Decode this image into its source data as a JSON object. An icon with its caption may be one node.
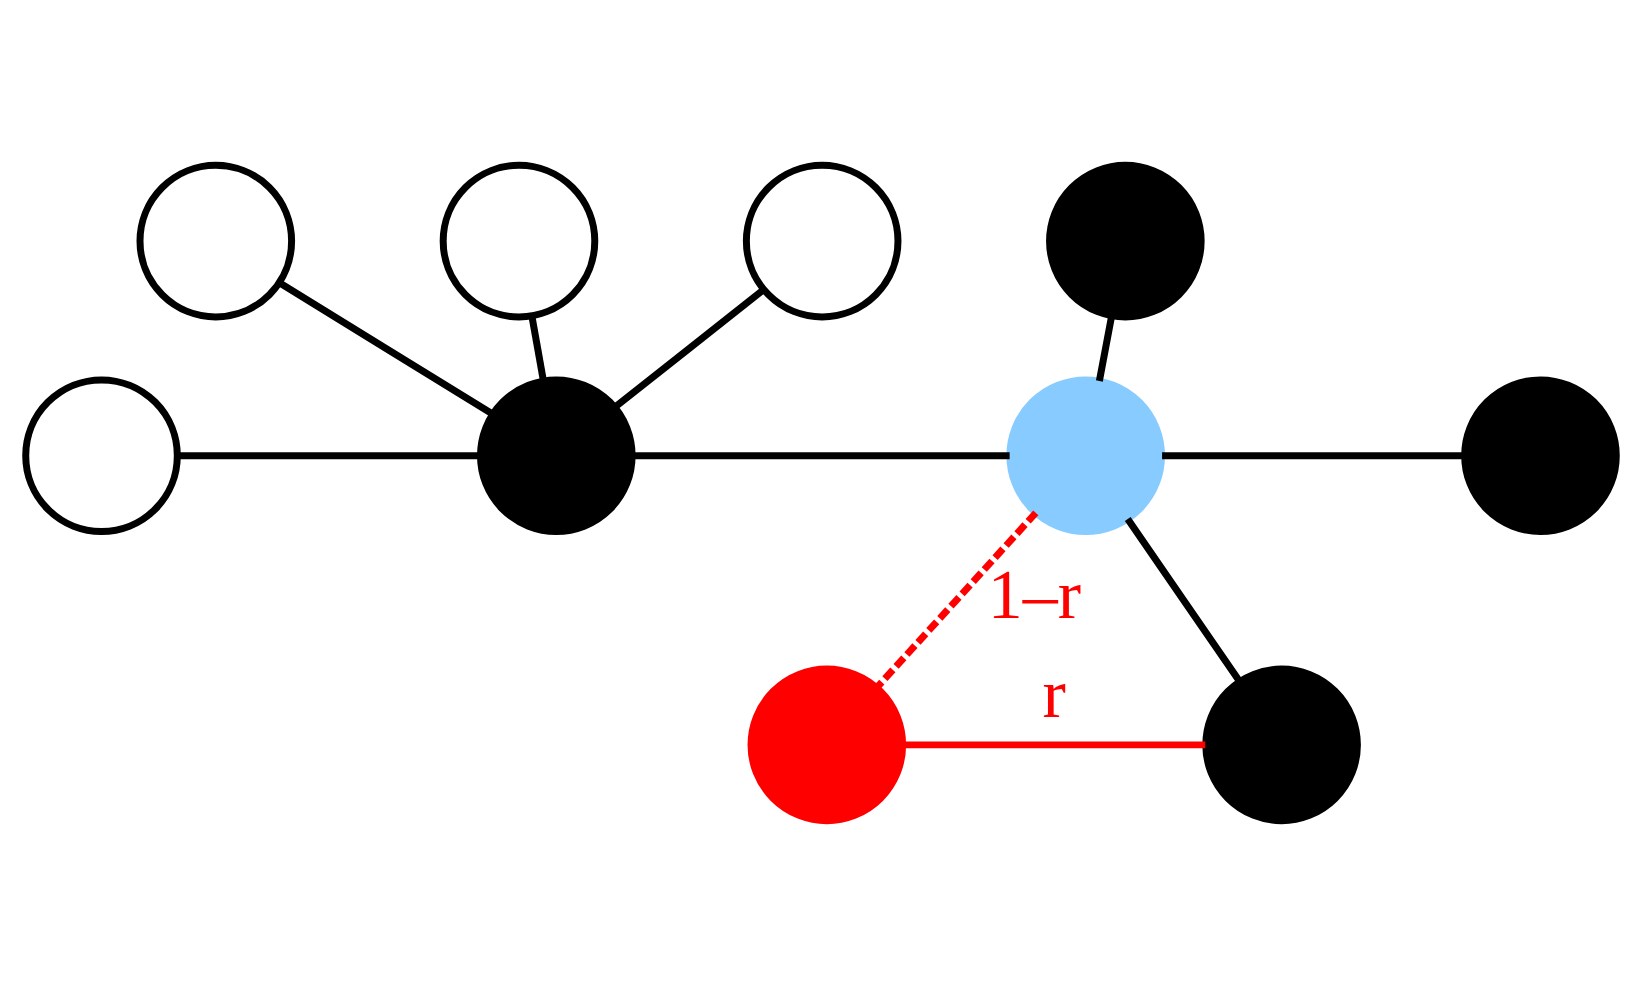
{
  "diagram": {
    "nodes": [
      {
        "text": [],
        "shape": "circle"
      },
      {
        "text": [],
        "shape": "circle"
      },
      {
        "text": [],
        "shape": "circle"
      },
      {
        "text": [],
        "shape": "circle"
      },
      {
        "text": [],
        "shape": "circle"
      },
      {
        "text": [],
        "shape": "circle"
      },
      {
        "text": [],
        "shape": "circle"
      },
      {
        "text": [],
        "shape": "circle"
      },
      {
        "text": [],
        "shape": "circle"
      },
      {
        "text": [],
        "shape": "circle"
      }
    ],
    "edges": [
      {
        "from": 4,
        "to": 5,
        "arrow": "none"
      },
      {
        "from": 5,
        "to": 0,
        "arrow": "none"
      },
      {
        "from": 5,
        "to": 1,
        "arrow": "none"
      },
      {
        "from": 5,
        "to": 2,
        "arrow": "none"
      },
      {
        "from": 5,
        "to": 6,
        "arrow": "none"
      },
      {
        "from": 6,
        "to": 3,
        "arrow": "none"
      },
      {
        "from": 6,
        "to": 7,
        "arrow": "none"
      },
      {
        "from": 6,
        "to": 8,
        "arrow": "none"
      },
      {
        "from": 6,
        "to": 9,
        "arrow": "none",
        "label": "1–r",
        "style": "dashed",
        "color": "#ff0000"
      },
      {
        "from": 9,
        "to": 8,
        "arrow": "none",
        "label": "r",
        "color": "#ff0000"
      }
    ]
  }
}
